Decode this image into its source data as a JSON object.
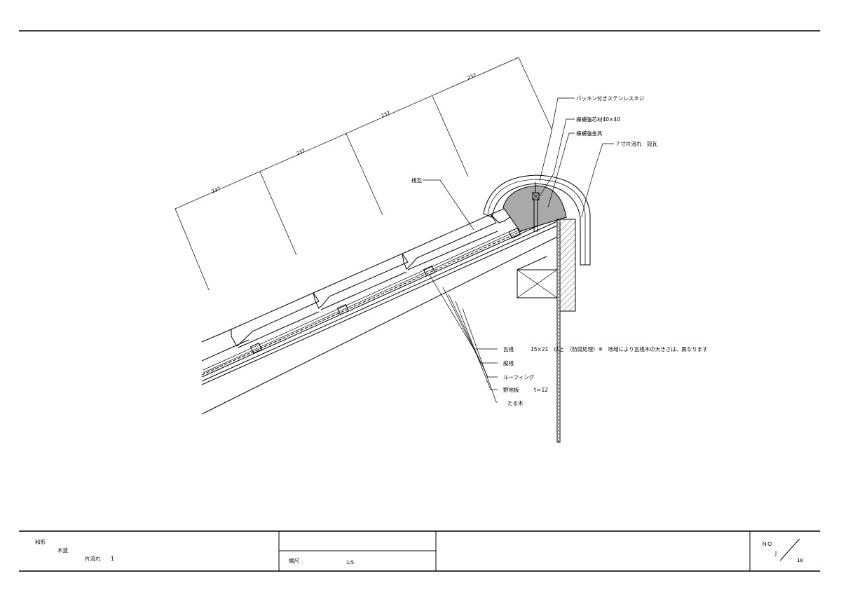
{
  "drawing": {
    "dimensions": [
      "237",
      "237",
      "237",
      "237"
    ],
    "callouts": {
      "packing_screw": "パッキン付きステンレスネジ",
      "ridge_reinforcement": "棟補強芯材40×40",
      "ridge_bracket": "棟補強金具",
      "ridge_cap": "７寸片流れ　冠瓦",
      "roof_tile": "桟瓦",
      "tile_batten": "瓦桟",
      "batten_spec": "15×21　以上　（防腐処理）※　地域により瓦桟木の大きさは、異なります",
      "counter_batten": "縦桟",
      "roofing": "ルーフィング",
      "sheathing": "野地板",
      "sheathing_thickness": "t＝12",
      "rafter": "たる木"
    }
  },
  "title_block": {
    "shape": "和形",
    "structure": "木造",
    "roof_type": "片流れ",
    "roof_type_num": "1",
    "scale_label": "縮尺",
    "scale_value": "1/5",
    "no_label": "ＮＯ",
    "no_value": "J",
    "sheet_number": "18"
  },
  "colors": {
    "ink": "#000000",
    "fill_gray": "#a9a9a9",
    "hatch": "#555555"
  }
}
